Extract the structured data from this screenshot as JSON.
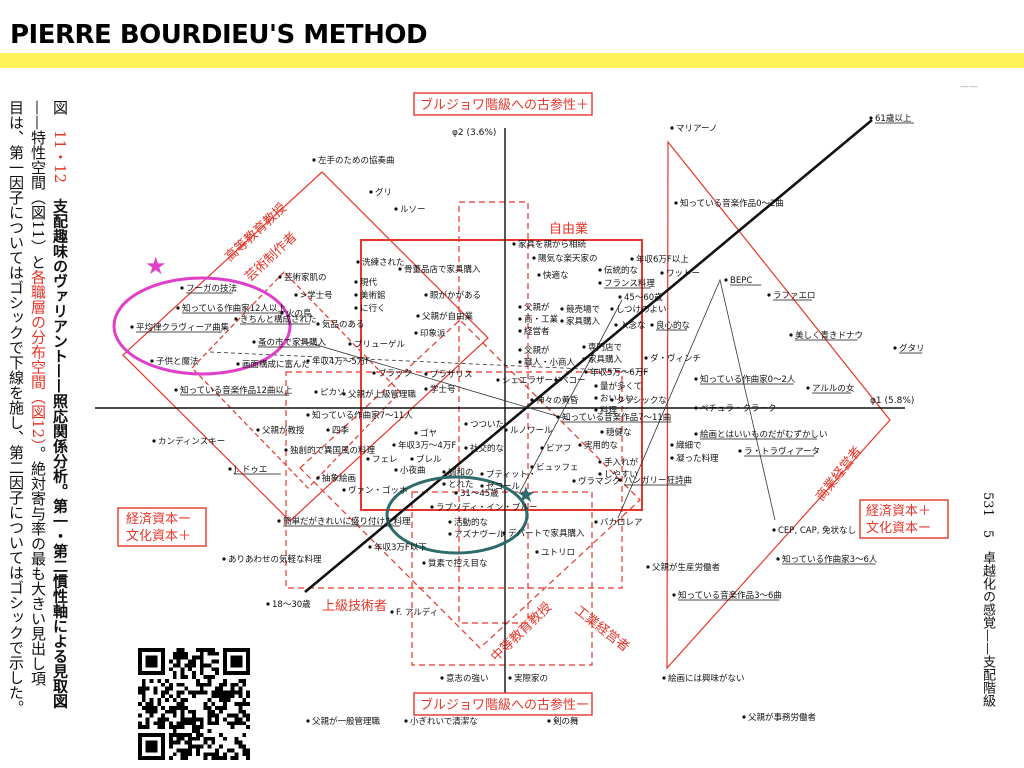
{
  "title": "PIERRE BOURDIEU'S METHOD",
  "colors": {
    "accent_bar": "#fdf25a",
    "red": "#e8362a",
    "magenta": "#e040c8",
    "teal": "#2f6b6b",
    "ink": "#111111"
  },
  "caption": {
    "fig_prefix": "図",
    "fig_num": "11・12",
    "fig_title": "支配趣味のヴァリアント——照応関係分析。第一・第二慣性軸による見取図",
    "line2_a": "——特性空間（図11）と",
    "line2_b": "各職層の分布空間（図12）",
    "line2_c": "。絶対寄与率の最も大きい見出し項",
    "line3": "目は、第一因子についてはゴシックで下線を施し、第二因子についてはゴシックで示した。"
  },
  "running_head": {
    "page": "531",
    "chapter": "5",
    "text": "卓越化の感覚——支配階級"
  },
  "page_corner": "——",
  "axes": {
    "y_label": "φ2 (3.6%)",
    "x_label": "φ1 (5.8%)"
  },
  "boxes": {
    "top": "ブルジョワ階級への古参性＋",
    "bottom": "ブルジョワ階級への古参性ー",
    "left_1": "経済資本ー",
    "left_2": "文化資本＋",
    "right_1": "経済資本＋",
    "right_2": "文化資本ー"
  },
  "region_labels": {
    "higher_ed": "高等教育教授",
    "artist": "芸術制作者",
    "liberal": "自由業",
    "engineer": "上級技術者",
    "secondary": "中等教育教授",
    "industrial": "工業経営者",
    "commercial": "商業経営者"
  },
  "labels": [
    {
      "t": "マリアーノ"
    },
    {
      "t": "61歳以上"
    },
    {
      "t": "左手のための協奏曲"
    },
    {
      "t": "グリ"
    },
    {
      "t": "ルソー"
    },
    {
      "t": "知っている音楽作品0〜2曲"
    },
    {
      "t": "家具を親から相続"
    },
    {
      "t": "陽気な楽天家の"
    },
    {
      "t": "伝統的な"
    },
    {
      "t": "年収6万F以上"
    },
    {
      "t": "洗練された"
    },
    {
      "t": "骨董品店で家具購入"
    },
    {
      "t": "フランス料理"
    },
    {
      "t": "ワットー"
    },
    {
      "t": "BEPC"
    },
    {
      "t": "ラファエロ"
    },
    {
      "t": "現代"
    },
    {
      "t": "美術館"
    },
    {
      "t": "に行く"
    },
    {
      "t": "快適な"
    },
    {
      "t": "45〜60歳"
    },
    {
      "t": "芸術家肌の"
    },
    {
      "t": "フーガの技法"
    },
    {
      "t": ">学士号"
    },
    {
      "t": "火の鳥"
    },
    {
      "t": "知っている作曲家12人以上"
    },
    {
      "t": "平均律クラヴィーア曲集"
    },
    {
      "t": "きちんと構成された"
    },
    {
      "t": "気品のある"
    },
    {
      "t": "眼がかがある"
    },
    {
      "t": "父親が自由業"
    },
    {
      "t": "父親が"
    },
    {
      "t": "商・工業"
    },
    {
      "t": "経営者"
    },
    {
      "t": "競売場で"
    },
    {
      "t": "家具購入"
    },
    {
      "t": "しつけのよい"
    },
    {
      "t": "入念な"
    },
    {
      "t": "良心的な"
    },
    {
      "t": "美しく青きドナウ"
    },
    {
      "t": "印象派"
    },
    {
      "t": "蚤の市で家具購入"
    },
    {
      "t": "ブリューゲル"
    },
    {
      "t": "父親が"
    },
    {
      "t": "職人・小商人"
    },
    {
      "t": "専門店で"
    },
    {
      "t": "家具購入"
    },
    {
      "t": "グタリ"
    },
    {
      "t": "子供と魔法"
    },
    {
      "t": "画面構成に富んだ"
    },
    {
      "t": "年収4万〜5万F"
    },
    {
      "t": "ダ・ヴィンチ"
    },
    {
      "t": "ブラック"
    },
    {
      "t": "ブラザリス"
    },
    {
      "t": "シェエラザード"
    },
    {
      "t": "ベコー"
    },
    {
      "t": "年収5万〜6万F"
    },
    {
      "t": "知っている音楽作品12曲以上"
    },
    {
      "t": "ピカソ"
    },
    {
      "t": "父親が上級管理職"
    },
    {
      "t": "学士号"
    },
    {
      "t": "量が多くて"
    },
    {
      "t": "おいしい"
    },
    {
      "t": "料理"
    },
    {
      "t": "知っている作曲家0〜2人"
    },
    {
      "t": "アルルの女"
    },
    {
      "t": "神々の黄昏"
    },
    {
      "t": "クラシックな"
    },
    {
      "t": "ペチュラ・クラーク"
    },
    {
      "t": "知っている作曲家7〜11人"
    },
    {
      "t": "知っている音楽作品7〜11曲"
    },
    {
      "t": "つついた"
    },
    {
      "t": "穏健な"
    },
    {
      "t": "父親が教授"
    },
    {
      "t": "四季"
    },
    {
      "t": "ルノワール"
    },
    {
      "t": "絵画とはいいものだがむずかしい"
    },
    {
      "t": "カンディンスキー"
    },
    {
      "t": "ゴヤ"
    },
    {
      "t": "年収3万〜4万F"
    },
    {
      "t": "社交的な"
    },
    {
      "t": "実用的な"
    },
    {
      "t": "ビアフ"
    },
    {
      "t": "織細で"
    },
    {
      "t": "凝った料理"
    },
    {
      "t": "ラ・トラヴィアータ"
    },
    {
      "t": "独創的で異国風の料理"
    },
    {
      "t": "フェレ"
    },
    {
      "t": "ブレル"
    },
    {
      "t": "ビュッフェ"
    },
    {
      "t": "手入れが"
    },
    {
      "t": "しやすい"
    },
    {
      "t": "J. ドゥエ"
    },
    {
      "t": "小夜曲"
    },
    {
      "t": "調和の"
    },
    {
      "t": "とれた"
    },
    {
      "t": "プティット・"
    },
    {
      "t": "ゼコール"
    },
    {
      "t": "抽象絵画"
    },
    {
      "t": "ヴラマンク"
    },
    {
      "t": "ハンガリー狂詩曲"
    },
    {
      "t": "ヴァン・ゴッホ"
    },
    {
      "t": "31〜45歳"
    },
    {
      "t": "ラブソディ・イン・ブルー"
    },
    {
      "t": "簡単だがきれいに盛り付けた料理"
    },
    {
      "t": "活動的な"
    },
    {
      "t": "アズナヴール"
    },
    {
      "t": "デパートで家具購入"
    },
    {
      "t": "バカロレア"
    },
    {
      "t": "CEP, CAP, 免状なし"
    },
    {
      "t": "年収3万F以下"
    },
    {
      "t": "ユトリロ"
    },
    {
      "t": "ありあわせの気軽な料理"
    },
    {
      "t": "質素で控え目な"
    },
    {
      "t": "知っている作曲家3〜6人"
    },
    {
      "t": "父親が生産労働者"
    },
    {
      "t": "知っている音楽作品3〜6曲"
    },
    {
      "t": "18〜30歳"
    },
    {
      "t": "F. アルディ"
    },
    {
      "t": "意志の強い"
    },
    {
      "t": "実際家の"
    },
    {
      "t": "絵画には興味がない"
    },
    {
      "t": "父親が一般管理職"
    },
    {
      "t": "小ぎれいで清潔な"
    },
    {
      "t": "剣の舞"
    },
    {
      "t": "父親が事務労働者"
    }
  ]
}
